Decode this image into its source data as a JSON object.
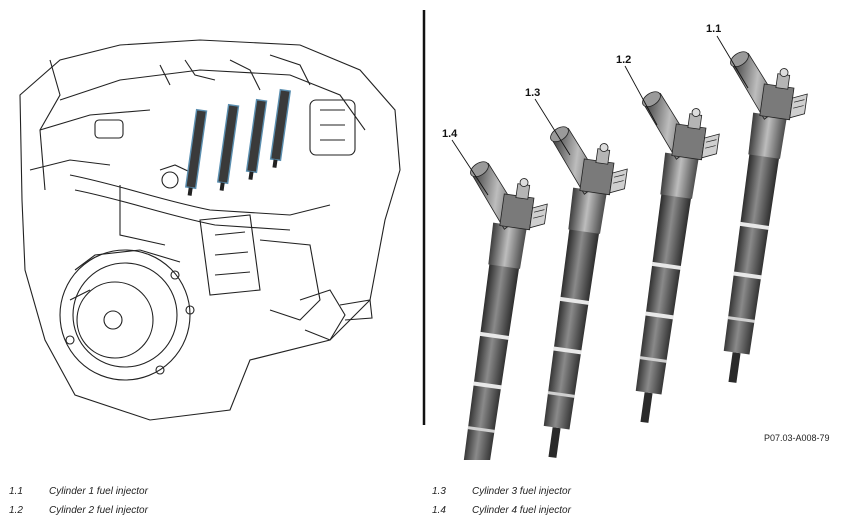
{
  "figure_id": "P07.03-A008-79",
  "callouts": [
    "1.1",
    "1.2",
    "1.3",
    "1.4"
  ],
  "legend": [
    {
      "num": "1.1",
      "text": "Cylinder 1 fuel injector"
    },
    {
      "num": "1.2",
      "text": "Cylinder 2 fuel injector"
    },
    {
      "num": "1.3",
      "text": "Cylinder 3 fuel injector"
    },
    {
      "num": "1.4",
      "text": "Cylinder 4 fuel injector"
    }
  ],
  "colors": {
    "injector": "#4a4a4a",
    "injector_dark": "#2a2a2a",
    "highlight": "#5b8fb0",
    "line": "#222222"
  }
}
